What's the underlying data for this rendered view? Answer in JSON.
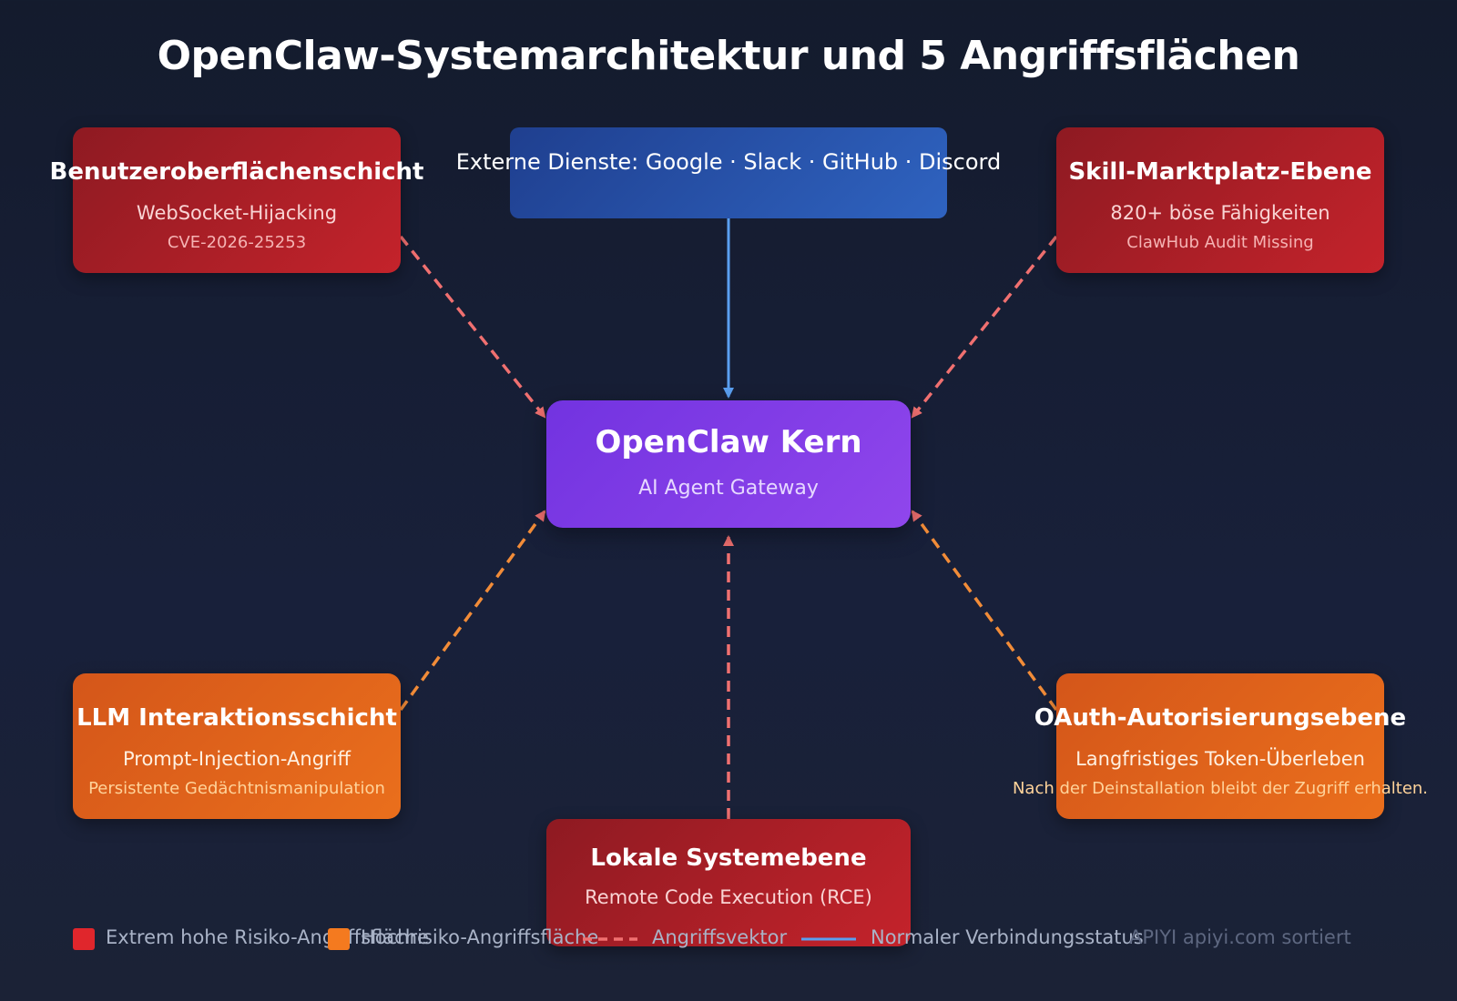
{
  "title": "OpenClaw-Systemarchitektur und 5 Angriffsflächen",
  "nodes": {
    "external": {
      "label": "Externe Dienste: Google · Slack · GitHub · Discord",
      "color": "#2a56b0"
    },
    "core": {
      "title": "OpenClaw Kern",
      "subtitle": "AI Agent Gateway",
      "color": "#8040e8"
    },
    "ui": {
      "title": "Benutzeroberflächenschicht",
      "subtitle": "WebSocket-Hijacking",
      "note": "CVE-2026-25253",
      "risk": "extreme"
    },
    "skill": {
      "title": "Skill-Marktplatz-Ebene",
      "subtitle": "820+ böse Fähigkeiten",
      "note": "ClawHub Audit Missing",
      "risk": "extreme"
    },
    "llm": {
      "title": "LLM Interaktionsschicht",
      "subtitle": "Prompt-Injection-Angriff",
      "note": "Persistente Gedächtnismanipulation",
      "risk": "high"
    },
    "oauth": {
      "title": "OAuth-Autorisierungsebene",
      "subtitle": "Langfristiges Token-Überleben",
      "note": "Nach der Deinstallation bleibt der Zugriff erhalten.",
      "risk": "high"
    },
    "local": {
      "title": "Lokale Systemebene",
      "subtitle": "Remote Code Execution (RCE)",
      "risk": "extreme"
    }
  },
  "edges": [
    {
      "from": "external",
      "to": "core",
      "kind": "normal"
    },
    {
      "from": "ui",
      "to": "core",
      "kind": "attack-extreme"
    },
    {
      "from": "skill",
      "to": "core",
      "kind": "attack-extreme"
    },
    {
      "from": "llm",
      "to": "core",
      "kind": "attack-high"
    },
    {
      "from": "oauth",
      "to": "core",
      "kind": "attack-high"
    },
    {
      "from": "local",
      "to": "core",
      "kind": "attack-extreme"
    }
  ],
  "legend": {
    "extreme": "Extrem hohe Risiko-Angriffsfläche",
    "high": "Hochrisiko-Angriffsfläche",
    "attack": "Angriffsvektor",
    "normal": "Normaler Verbindungsstatus",
    "watermark": "APIYI apiyi.com sortiert"
  },
  "colors": {
    "extreme": "#e0262c",
    "high": "#f47a1f",
    "attack_line_extreme": "#f07070",
    "attack_line_high": "#f28c38",
    "normal_line": "#5a9ff0"
  }
}
